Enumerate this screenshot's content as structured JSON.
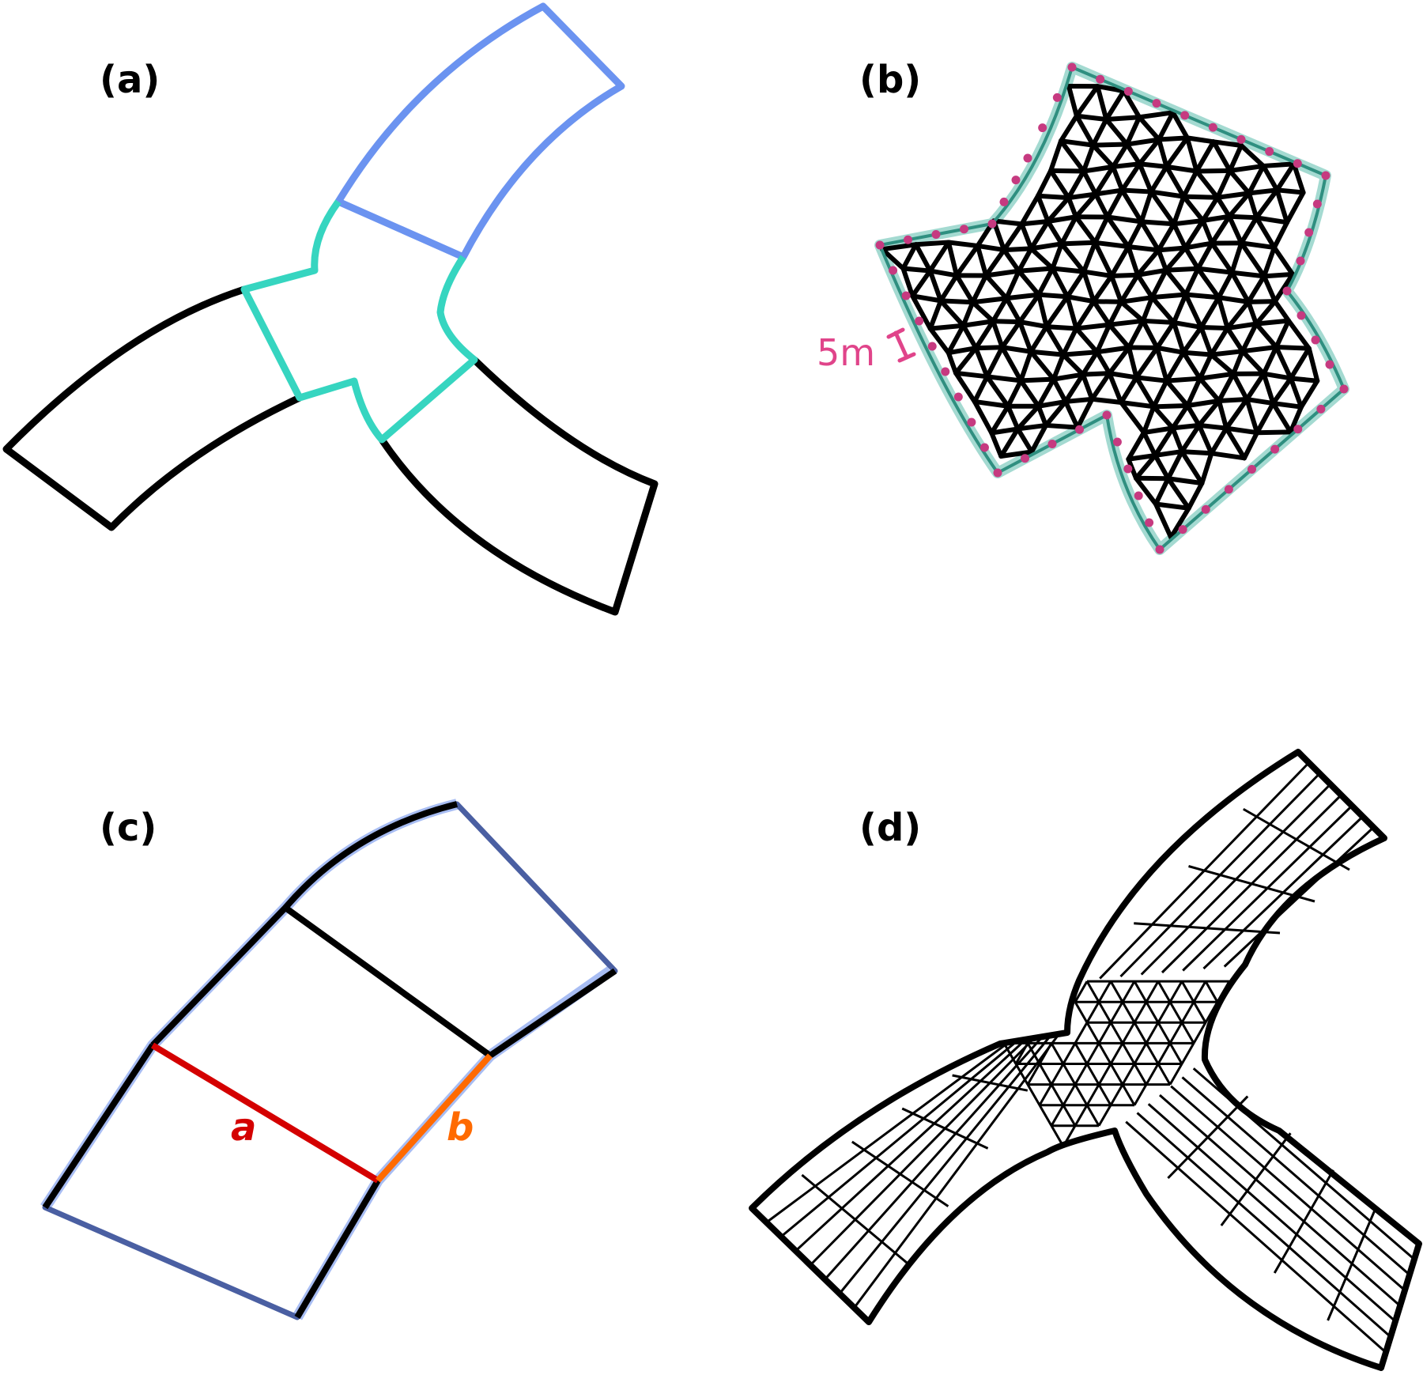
{
  "panels": {
    "a": {
      "label": "(a)"
    },
    "b": {
      "label": "(b)",
      "scale_label": "5m"
    },
    "c": {
      "label": "(c)",
      "edge_a_label": "a",
      "edge_b_label": "b"
    },
    "d": {
      "label": "(d)"
    }
  },
  "colors": {
    "outline": "#000000",
    "blue_region": "#6b93f0",
    "junction_teal": "#36d5c0",
    "mesh_boundary_teal": "#49b5a4",
    "boundary_nodes": "#c63a80",
    "scale_magenta": "#e0448a",
    "edge_a_red": "#d40000",
    "edge_b_orange": "#ff6a00",
    "slate_boundary": "#4a5fa2",
    "light_blue_glow": "#9fb6f2"
  },
  "icons": {
    "scale_bar": "i-beam-scale-icon"
  }
}
